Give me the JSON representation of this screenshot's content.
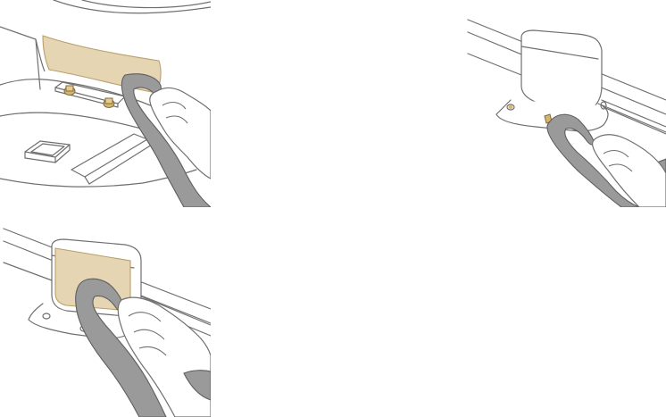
{
  "figure": {
    "panels": [
      {
        "id": "panel-robot",
        "depicts": "robot-underside-charging-contacts"
      },
      {
        "id": "panel-dock-contacts",
        "depicts": "dock-base-charging-contacts"
      },
      {
        "id": "panel-dock-face",
        "depicts": "dock-signal-area"
      }
    ]
  },
  "colors": {
    "outline": "#6f6f6f",
    "highlight": "#e6d5b3",
    "highlight_stroke": "#b99f6a",
    "cloth": "#9a9a9a",
    "cloth_edge": "#5e5e5e",
    "contact_gold": "#d8b56a",
    "hand": "#ffffff"
  }
}
